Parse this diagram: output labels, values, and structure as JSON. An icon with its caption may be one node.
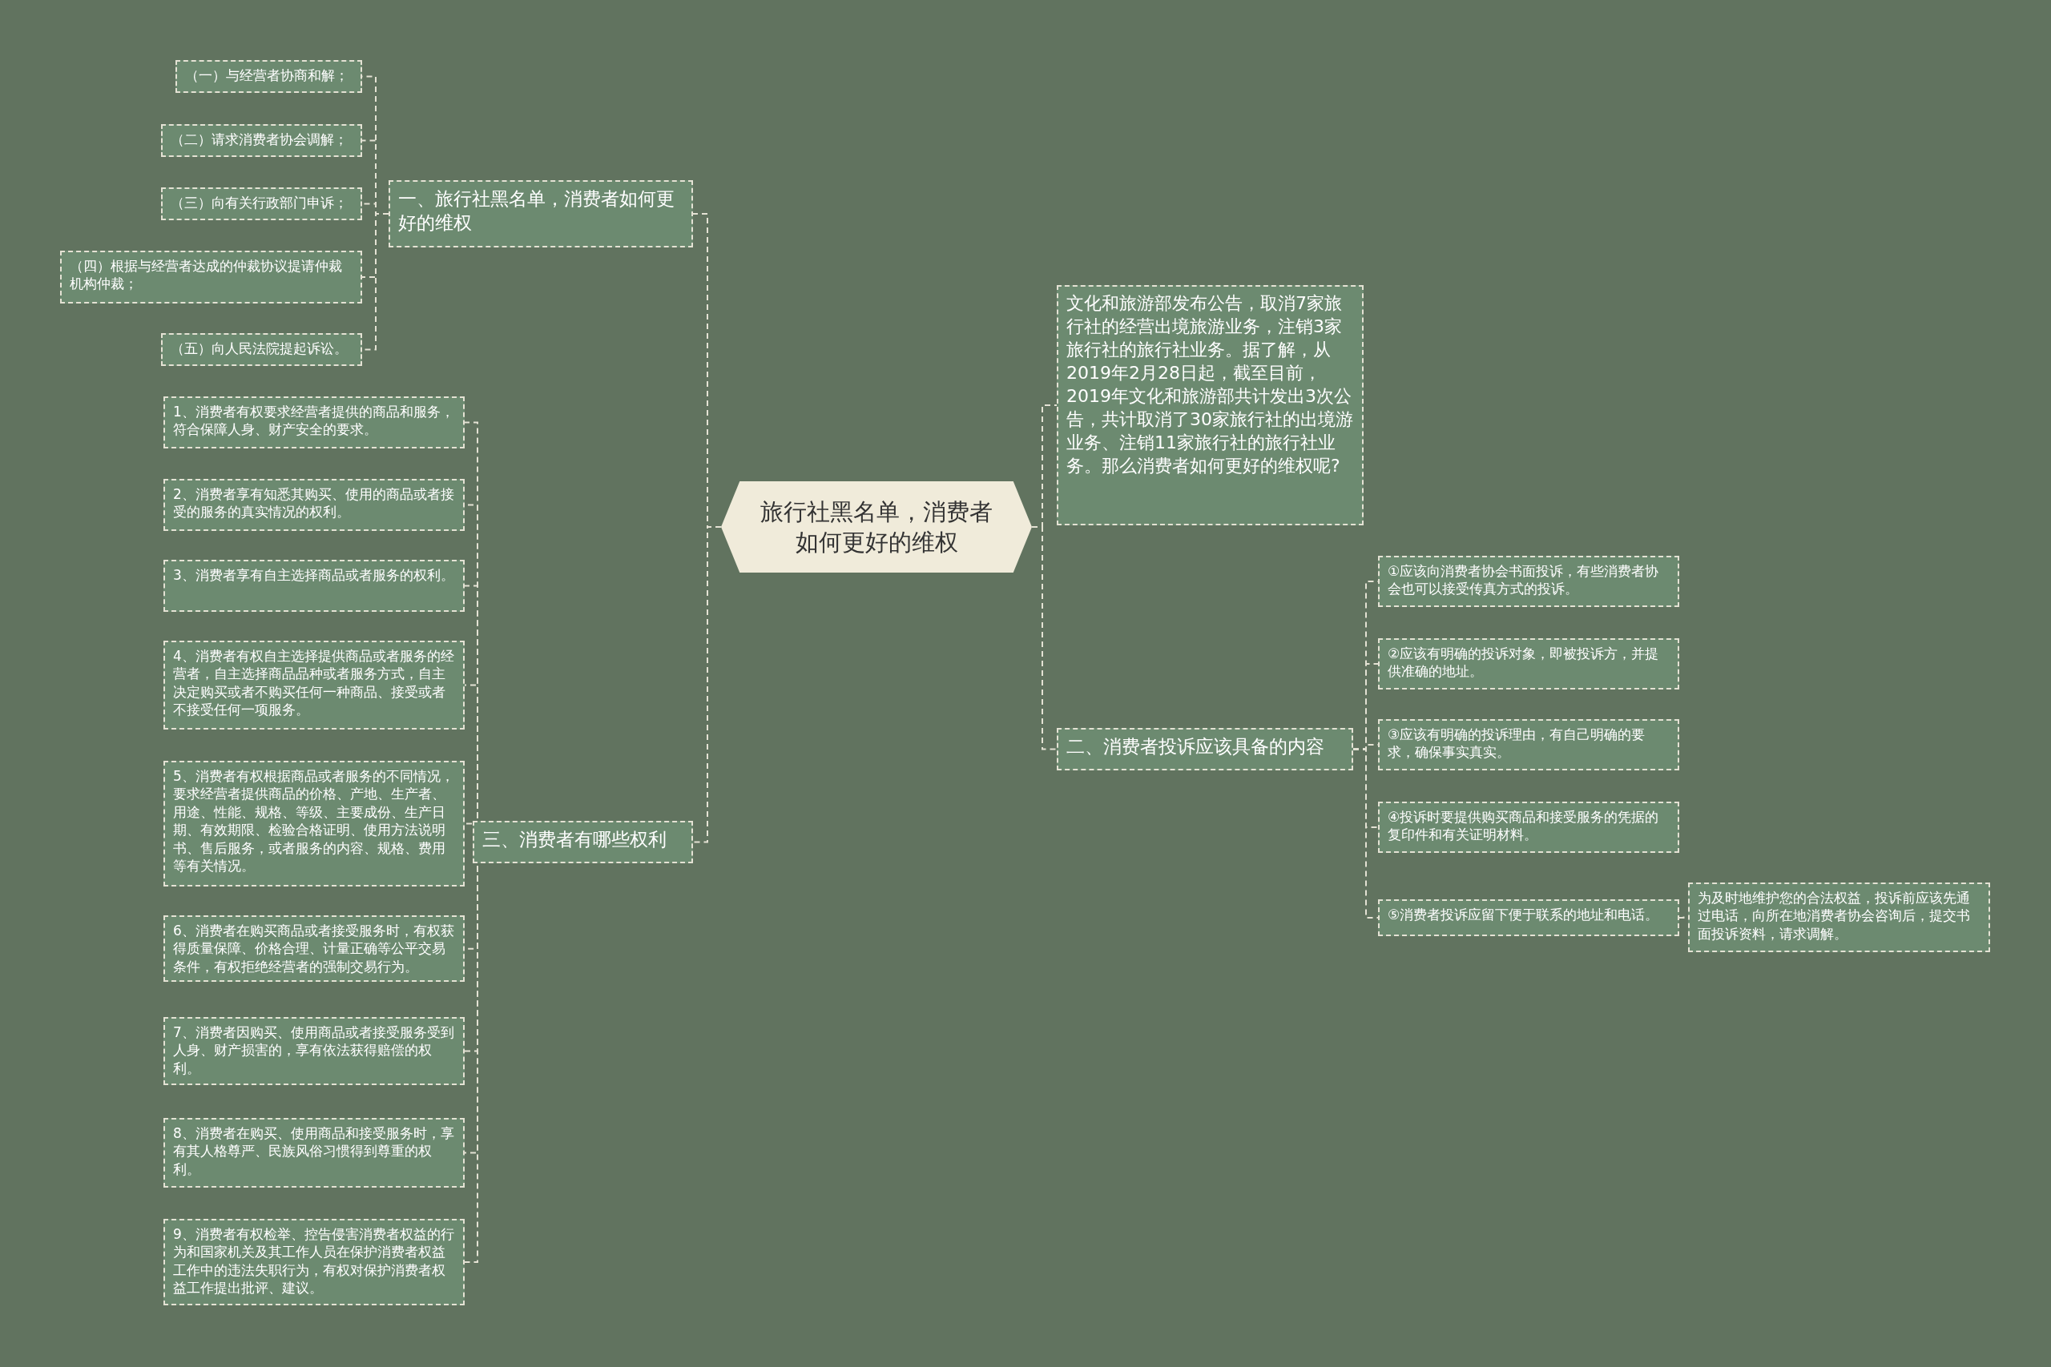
{
  "diagram": {
    "nodes": [
      {
        "text": [
          "旅行社黑名单，消费者如何更好的维权"
        ]
      },
      {
        "text": [
          "一、旅行社黑名单，消费者如何更好的维权"
        ]
      },
      {
        "text": [
          "（一）与经营者协商和解；"
        ]
      },
      {
        "text": [
          "（二）请求消费者协会调解；"
        ]
      },
      {
        "text": [
          "（三）向有关行政部门申诉；"
        ]
      },
      {
        "text": [
          "（四）根据与经营者达成的仲裁协议提请仲裁机构仲裁；"
        ]
      },
      {
        "text": [
          "（五）向人民法院提起诉讼。"
        ]
      },
      {
        "text": [
          "文化和旅游部发布公告，取消7家旅行社的经营出境旅游业务，注销3家旅行社的旅行社业务。据了解，从2019年2月28日起，截至目前，2019年文化和旅游部共计发出3次公告，共计取消了30家旅行社的出境游业务、注销11家旅行社的旅行社业务。那么消费者如何更好的维权呢?"
        ]
      },
      {
        "text": [
          "二、消费者投诉应该具备的内容"
        ]
      },
      {
        "text": [
          "①应该向消费者协会书面投诉，有些消费者协会也可以接受传真方式的投诉。"
        ]
      },
      {
        "text": [
          "②应该有明确的投诉对象，即被投诉方，并提供准确的地址。"
        ]
      },
      {
        "text": [
          "③应该有明确的投诉理由，有自己明确的要求，确保事实真实。"
        ]
      },
      {
        "text": [
          "④投诉时要提供购买商品和接受服务的凭据的复印件和有关证明材料。"
        ]
      },
      {
        "text": [
          "⑤消费者投诉应留下便于联系的地址和电话。"
        ]
      },
      {
        "text": [
          "为及时地维护您的合法权益，投诉前应该先通过电话，向所在地消费者协会咨询后，提交书面投诉资料，请求调解。"
        ]
      },
      {
        "text": [
          "三、消费者有哪些权利"
        ]
      },
      {
        "text": [
          "1、消费者有权要求经营者提供的商品和服务，符合保障人身、财产安全的要求。"
        ]
      },
      {
        "text": [
          "2、消费者享有知悉其购买、使用的商品或者接受的服务的真实情况的权利。"
        ]
      },
      {
        "text": [
          "3、消费者享有自主选择商品或者服务的权利。"
        ]
      },
      {
        "text": [
          "4、消费者有权自主选择提供商品或者服务的经营者，自主选择商品品种或者服务方式，自主决定购买或者不购买任何一种商品、接受或者不接受任何一项服务。"
        ]
      },
      {
        "text": [
          "5、消费者有权根据商品或者服务的不同情况，要求经营者提供商品的价格、产地、生产者、用途、性能、规格、等级、主要成份、生产日期、有效期限、检验合格证明、使用方法说明书、售后服务，或者服务的内容、规格、费用等有关情况。"
        ]
      },
      {
        "text": [
          "6、消费者在购买商品或者接受服务时，有权获得质量保障、价格合理、计量正确等公平交易条件，有权拒绝经营者的强制交易行为。"
        ]
      },
      {
        "text": [
          "7、消费者因购买、使用商品或者接受服务受到人身、财产损害的，享有依法获得赔偿的权利。"
        ]
      },
      {
        "text": [
          "8、消费者在购买、使用商品和接受服务时，享有其人格尊严、民族风俗习惯得到尊重的权利。"
        ]
      },
      {
        "text": [
          "9、消费者有权检举、控告侵害消费者权益的行为和国家机关及其工作人员在保护消费者权益工作中的违法失职行为，有权对保护消费者权益工作提出批评、建议。"
        ]
      }
    ],
    "edges": [
      {
        "from": 0,
        "to": 1,
        "arrow": "none"
      },
      {
        "from": 1,
        "to": 2,
        "arrow": "none"
      },
      {
        "from": 1,
        "to": 3,
        "arrow": "none"
      },
      {
        "from": 1,
        "to": 4,
        "arrow": "none"
      },
      {
        "from": 1,
        "to": 5,
        "arrow": "none"
      },
      {
        "from": 1,
        "to": 6,
        "arrow": "none"
      },
      {
        "from": 0,
        "to": 7,
        "arrow": "none"
      },
      {
        "from": 0,
        "to": 8,
        "arrow": "none"
      },
      {
        "from": 8,
        "to": 9,
        "arrow": "none"
      },
      {
        "from": 8,
        "to": 10,
        "arrow": "none"
      },
      {
        "from": 8,
        "to": 11,
        "arrow": "none"
      },
      {
        "from": 8,
        "to": 12,
        "arrow": "none"
      },
      {
        "from": 8,
        "to": 13,
        "arrow": "none"
      },
      {
        "from": 13,
        "to": 14,
        "arrow": "none"
      },
      {
        "from": 0,
        "to": 15,
        "arrow": "none"
      },
      {
        "from": 15,
        "to": 16,
        "arrow": "none"
      },
      {
        "from": 15,
        "to": 17,
        "arrow": "none"
      },
      {
        "from": 15,
        "to": 18,
        "arrow": "none"
      },
      {
        "from": 15,
        "to": 19,
        "arrow": "none"
      },
      {
        "from": 15,
        "to": 20,
        "arrow": "none"
      },
      {
        "from": 15,
        "to": 21,
        "arrow": "none"
      },
      {
        "from": 15,
        "to": 22,
        "arrow": "none"
      },
      {
        "from": 15,
        "to": 23,
        "arrow": "none"
      },
      {
        "from": 15,
        "to": 24,
        "arrow": "none"
      }
    ]
  }
}
